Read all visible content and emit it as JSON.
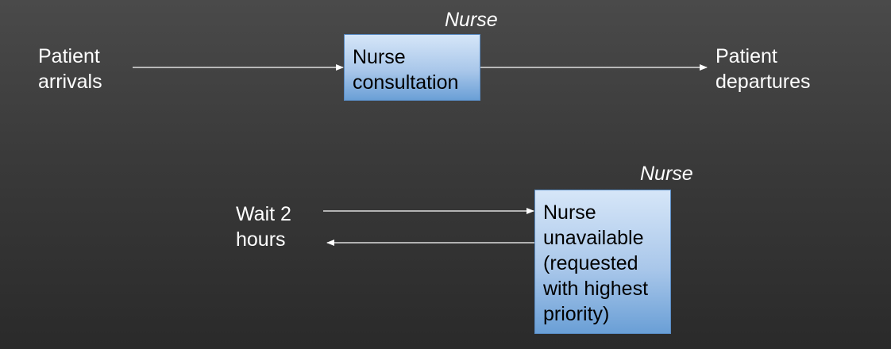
{
  "top_flow": {
    "source": {
      "line1": "Patient",
      "line2": "arrivals"
    },
    "activity": {
      "resource": "Nurse",
      "line1": "Nurse",
      "line2": "consultation"
    },
    "sink": {
      "line1": "Patient",
      "line2": "departures"
    }
  },
  "bottom_flow": {
    "wait": {
      "line1": "Wait 2",
      "line2": "hours"
    },
    "activity": {
      "resource": "Nurse",
      "lines": [
        "Nurse",
        "unavailable",
        "(requested",
        "with highest",
        "priority)"
      ]
    }
  },
  "colors": {
    "background_top": "#4a4a4a",
    "background_bottom": "#2a2a2a",
    "box_light": "#d6e6f8",
    "box_dark": "#6a9fd6",
    "arrow": "#ffffff"
  }
}
